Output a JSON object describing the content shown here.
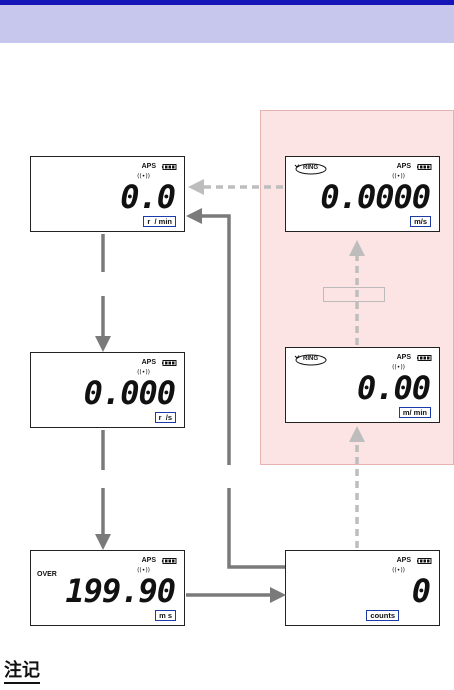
{
  "displays": {
    "rpm": {
      "value": "0.0",
      "unit": "r  / min",
      "aps": "APS"
    },
    "rps": {
      "value": "0.000",
      "unit": "r  /s",
      "aps": "APS"
    },
    "ms": {
      "value": "199.90",
      "unit": "m s",
      "aps": "APS",
      "status": "OVER"
    },
    "counts": {
      "value": "0",
      "unit": "counts",
      "aps": "APS"
    },
    "ring_ms": {
      "value": "0.0000",
      "unit": "m/s",
      "aps": "APS",
      "mode": "RING"
    },
    "ring_mmin": {
      "value": "0.00",
      "unit": "m/ min",
      "aps": "APS",
      "mode": "RING"
    }
  },
  "note": {
    "title": "注记"
  },
  "colors": {
    "header_band": "#c7c7ee",
    "top_line": "#1515b8",
    "ring_zone": "#fde4e4",
    "unit_border": "#1d3aa6",
    "arrow_solid": "#7a7a7a",
    "arrow_dashed": "#bdbdbd"
  }
}
